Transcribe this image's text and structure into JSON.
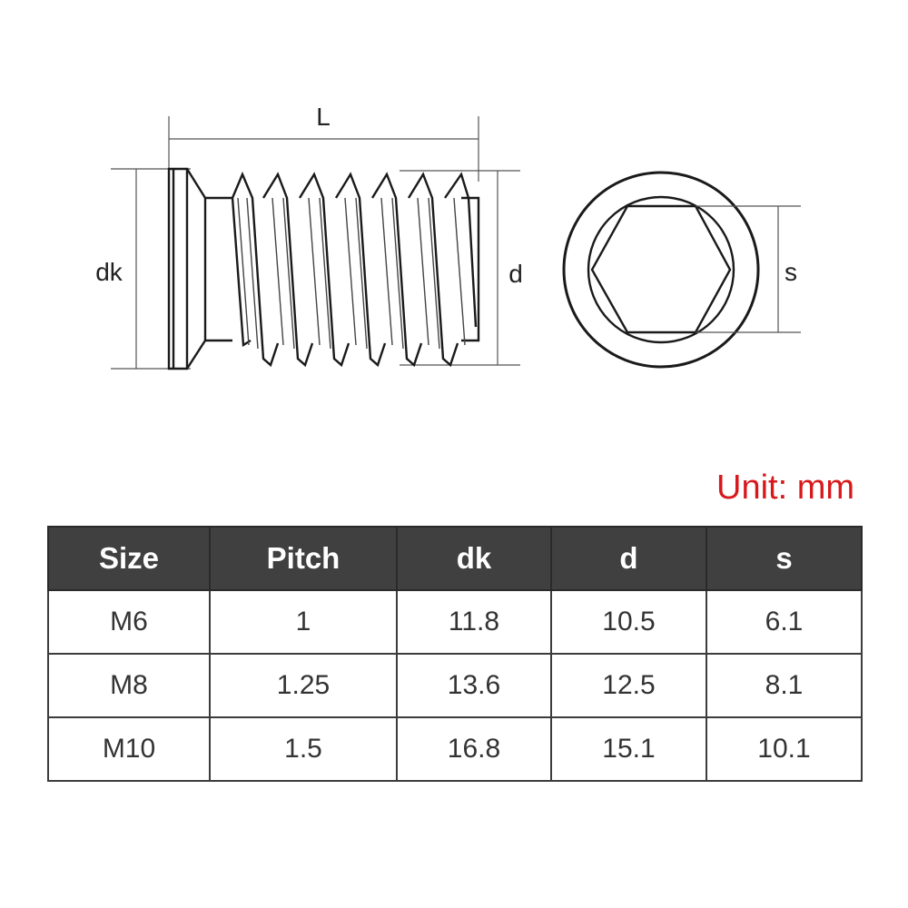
{
  "drawing": {
    "side_view": {
      "length_label": "L",
      "head_diameter_label": "dk",
      "outer_diameter_label": "d"
    },
    "end_view": {
      "hex_size_label": "s"
    }
  },
  "unit_label": "Unit: mm",
  "table": {
    "headers": [
      "Size",
      "Pitch",
      "dk",
      "d",
      "s"
    ],
    "rows": [
      [
        "M6",
        "1",
        "11.8",
        "10.5",
        "6.1"
      ],
      [
        "M8",
        "1.25",
        "13.6",
        "12.5",
        "8.1"
      ],
      [
        "M10",
        "1.5",
        "16.8",
        "15.1",
        "10.1"
      ]
    ]
  }
}
